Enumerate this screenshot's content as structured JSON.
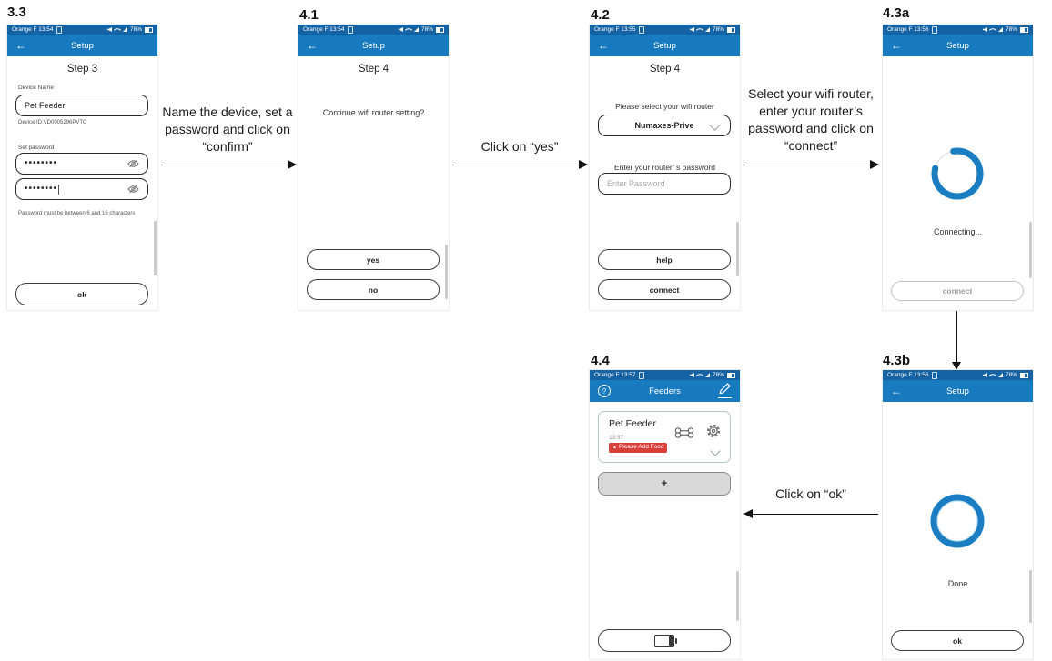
{
  "palette": {
    "status_bar": "#1562a4",
    "app_bar": "#187abf",
    "accent_blue": "#1b7ec2",
    "alert_red": "#d8403c",
    "button_grey": "#d9d9d9"
  },
  "icons": {
    "back": "←",
    "help": "?",
    "warning": "▲"
  },
  "annotations": {
    "label_33": "3.3",
    "label_41": "4.1",
    "label_42": "4.2",
    "label_43a": "4.3a",
    "label_44": "4.4",
    "label_43b": "4.3b",
    "arrow_33_41": "Name the device, set a password and click on “confirm”",
    "arrow_41_42": "Click on “yes”",
    "arrow_42_43a": "Select your wifi router, enter your router’s password and click on “connect”",
    "arrow_43b_44": "Click on “ok”"
  },
  "screens": {
    "s33": {
      "status_left": "Orange F  13:54",
      "battery_pct": "78%",
      "app_title": "Setup",
      "step_title": "Step 3",
      "device_name_label": "Device Name",
      "device_name_value": "Pet Feeder",
      "device_id": "Device ID:VD0005296PVTC",
      "set_password_label": "Set password",
      "password_dots": "••••••••",
      "password_hint": "Password must be between 6 and 16 characters",
      "ok_button": "ok"
    },
    "s41": {
      "status_left": "Orange F  13:54",
      "battery_pct": "78%",
      "app_title": "Setup",
      "step_title": "Step 4",
      "question": "Continue wifi router setting?",
      "yes_button": "yes",
      "no_button": "no"
    },
    "s42": {
      "status_left": "Orange F  13:55",
      "battery_pct": "78%",
      "app_title": "Setup",
      "step_title": "Step 4",
      "select_router_label": "Please select your wifi router",
      "router_value": "Numaxes-Prive",
      "router_password_label": "Enter your router’ s password",
      "password_placeholder": "Enter Password",
      "help_button": "help",
      "connect_button": "connect"
    },
    "s43a": {
      "status_left": "Orange F  13:56",
      "battery_pct": "78%",
      "app_title": "Setup",
      "progress_text": "Connecting...",
      "connect_button": "connect"
    },
    "s44": {
      "status_left": "Orange F  13:57",
      "battery_pct": "78%",
      "app_title": "Feeders",
      "feeder_name": "Pet Feeder",
      "feeder_time": "13:57",
      "feeder_alert": "Please Add Food",
      "add_button": "+"
    },
    "s43b": {
      "status_left": "Orange F  13:56",
      "battery_pct": "78%",
      "app_title": "Setup",
      "done_text": "Done",
      "ok_button": "ok"
    }
  }
}
